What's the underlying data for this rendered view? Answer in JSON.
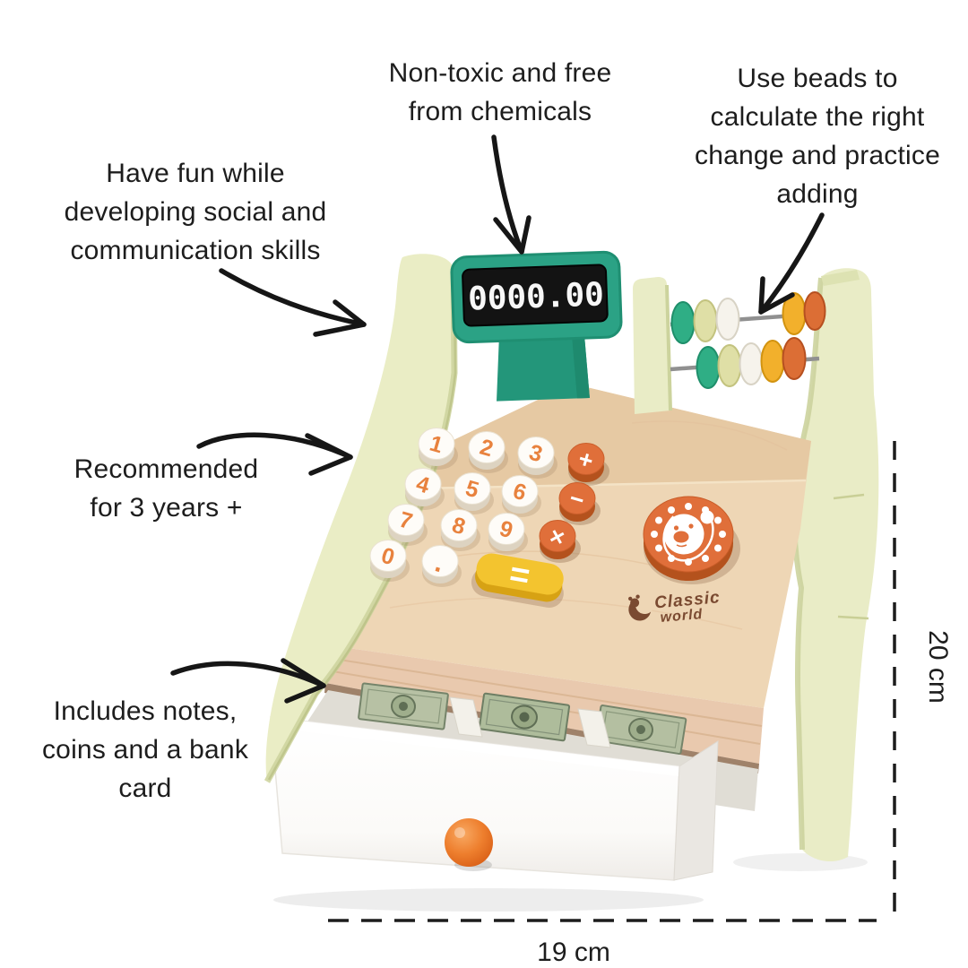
{
  "page": {
    "type": "annotated-product-infographic",
    "background": "#ffffff"
  },
  "callouts": [
    {
      "id": "non-toxic",
      "lines": [
        "Non-toxic and free",
        "from chemicals"
      ]
    },
    {
      "id": "use-beads",
      "lines": [
        "Use beads to",
        "calculate the right",
        "change and practice",
        "adding"
      ]
    },
    {
      "id": "have-fun",
      "lines": [
        "Have fun while",
        "developing social and",
        "communication skills"
      ]
    },
    {
      "id": "recommended",
      "lines": [
        "Recommended",
        "for 3 years +"
      ]
    },
    {
      "id": "includes",
      "lines": [
        "Includes notes,",
        "coins and a bank",
        "card"
      ]
    }
  ],
  "dimensions": {
    "height_label": "20 cm",
    "width_label": "19 cm"
  },
  "register": {
    "display_value": "0000.00",
    "brand_line1": "Classic",
    "brand_line2": "world",
    "keypad": {
      "digit_keys": [
        "1",
        "2",
        "3",
        "4",
        "5",
        "6",
        "7",
        "8",
        "9",
        "0",
        "."
      ],
      "operator_keys": [
        "+",
        "−",
        "×"
      ],
      "equals_key": "="
    },
    "abacus": {
      "rows": 2,
      "row1_bead_colors": [
        "green",
        "cream",
        "white",
        "yellow",
        "orange"
      ],
      "row2_bead_colors": [
        "green",
        "cream",
        "white",
        "yellow",
        "orange"
      ]
    },
    "drawer": {
      "compartments": 3,
      "contents": "play money notes"
    },
    "colors": {
      "display_green": "#2ba285",
      "button_orange": "#e06f3a",
      "equals_yellow": "#f3c42f",
      "wood": "#eed6b5",
      "panel_cream": "#e9ecc6",
      "drawer_white": "#fcfbf9",
      "knob_orange": "#ee7f2e",
      "money_green": "#aebc9b",
      "logo_brown": "#7a4a31"
    }
  }
}
